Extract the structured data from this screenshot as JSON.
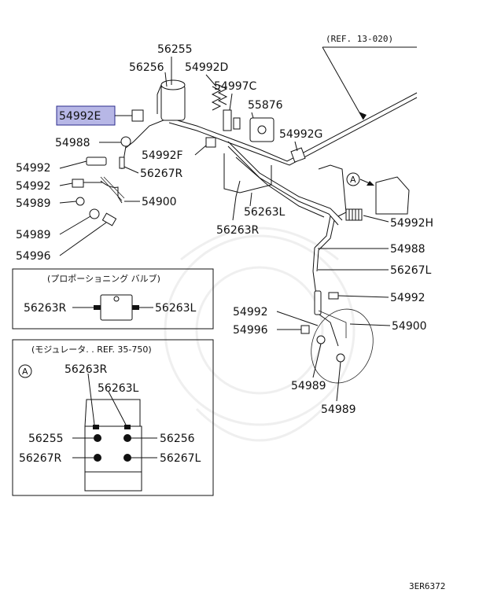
{
  "diagram": {
    "ref_main": "(REF. 13-020)",
    "highlighted_part": "54992E",
    "parts": {
      "p56255": "56255",
      "p56256": "56256",
      "p54992D": "54992D",
      "p54997C": "54997C",
      "p55876": "55876",
      "p54992E": "54992E",
      "p54988_top": "54988",
      "p54992G": "54992G",
      "p54992F": "54992F",
      "p54992_a": "54992",
      "p56267R": "56267R",
      "p54992_b": "54992",
      "p54989_a": "54989",
      "p54900_a": "54900",
      "p56263L": "56263L",
      "p56263R": "56263R",
      "p54992H": "54992H",
      "p54989_b": "54989",
      "p54996_a": "54996",
      "p54988_right": "54988",
      "p56267L": "56267L",
      "p54992_c": "54992",
      "p54992_d": "54992",
      "p54900_b": "54900",
      "p54996_b": "54996",
      "p54989_c": "54989",
      "p54989_d": "54989"
    },
    "marker_a": "A",
    "valve_box": {
      "title": "(プロポーショニング バルブ)",
      "left_label": "56263R",
      "right_label": "56263L"
    },
    "modulator_box": {
      "title": "(モジュレータ. . REF. 35-750)",
      "marker": "A",
      "top1": "56263R",
      "top2": "56263L",
      "ml": "56255",
      "mr": "56256",
      "bl": "56267R",
      "br": "56267L"
    },
    "code": "3ER6372"
  }
}
